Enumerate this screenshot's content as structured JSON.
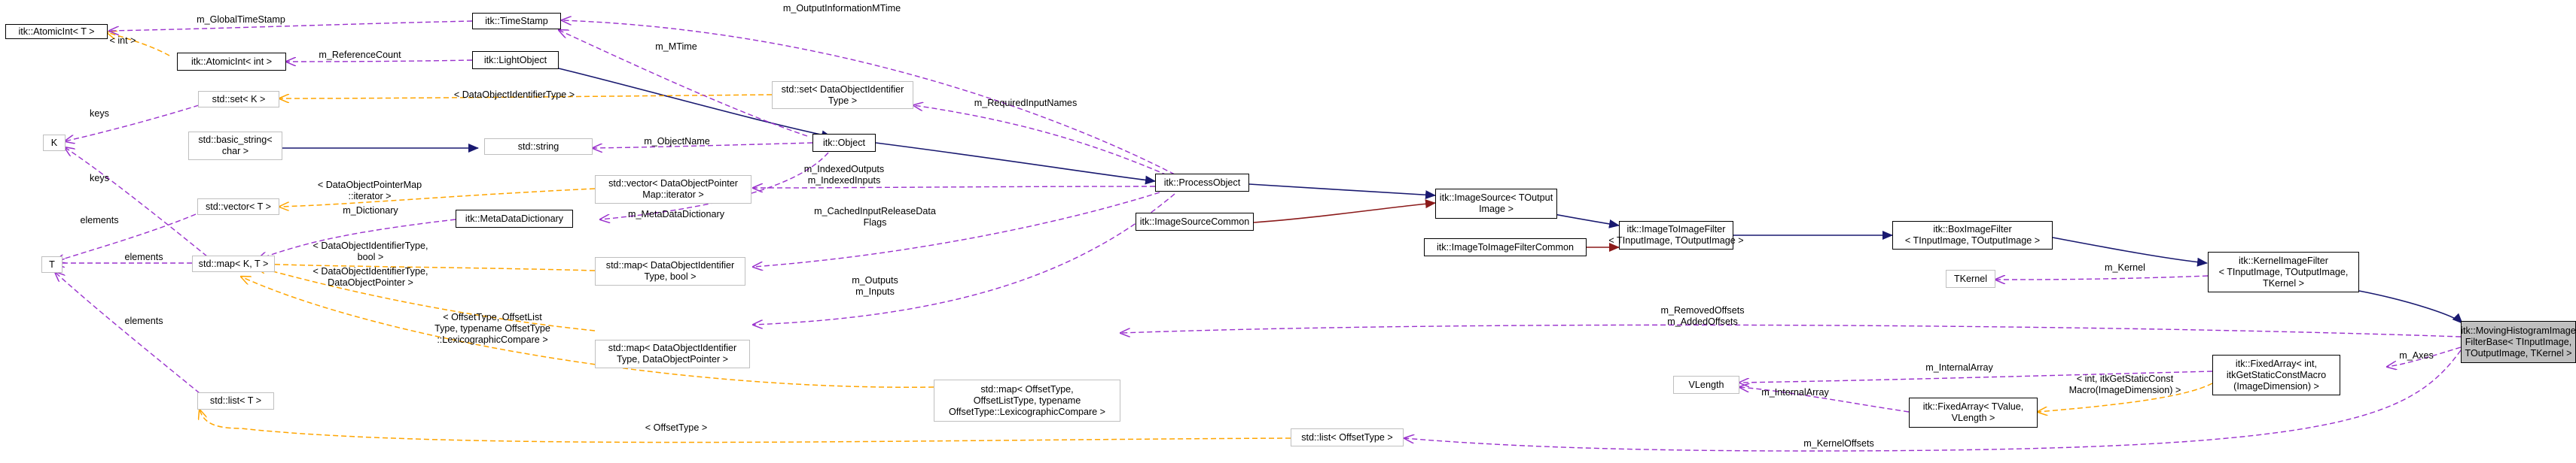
{
  "diagram": {
    "colors": {
      "inheritance": "#191970",
      "member": "#9a32cd",
      "template": "#ffa500",
      "private": "#8b1a1a"
    },
    "nodes": [
      {
        "id": "atomic_int_t",
        "lines": [
          "itk::AtomicInt< T >"
        ]
      },
      {
        "id": "atomic_int_int",
        "lines": [
          "itk::AtomicInt< int >"
        ]
      },
      {
        "id": "time_stamp",
        "lines": [
          "itk::TimeStamp"
        ]
      },
      {
        "id": "light_object",
        "lines": [
          "itk::LightObject"
        ]
      },
      {
        "id": "set_k",
        "lines": [
          "std::set< K >"
        ]
      },
      {
        "id": "set_dataobject",
        "lines": [
          "std::set< DataObjectIdentifier",
          "Type >"
        ]
      },
      {
        "id": "k",
        "lines": [
          "K"
        ]
      },
      {
        "id": "basic_string",
        "lines": [
          "std::basic_string<",
          "char >"
        ]
      },
      {
        "id": "string",
        "lines": [
          "std::string"
        ]
      },
      {
        "id": "object",
        "lines": [
          "itk::Object"
        ]
      },
      {
        "id": "process_object",
        "lines": [
          "itk::ProcessObject"
        ]
      },
      {
        "id": "vector_t",
        "lines": [
          "std::vector< T >"
        ]
      },
      {
        "id": "vector_dataobject",
        "lines": [
          "std::vector< DataObjectPointer",
          "Map::iterator >"
        ]
      },
      {
        "id": "image_source_common",
        "lines": [
          "itk::ImageSourceCommon"
        ]
      },
      {
        "id": "image_source",
        "lines": [
          "itk::ImageSource< TOutput",
          "Image >"
        ]
      },
      {
        "id": "t",
        "lines": [
          "T"
        ]
      },
      {
        "id": "map_kt",
        "lines": [
          "std::map< K, T >"
        ]
      },
      {
        "id": "metadata_dictionary",
        "lines": [
          "itk::MetaDataDictionary"
        ]
      },
      {
        "id": "map_bool",
        "lines": [
          "std::map< DataObjectIdentifier",
          "Type, bool >"
        ]
      },
      {
        "id": "image_to_image_filter_common",
        "lines": [
          "itk::ImageToImageFilterCommon"
        ]
      },
      {
        "id": "image_to_image_filter",
        "lines": [
          "itk::ImageToImageFilter",
          "< TInputImage, TOutputImage >"
        ]
      },
      {
        "id": "box_image_filter",
        "lines": [
          "itk::BoxImageFilter",
          "< TInputImage, TOutputImage >"
        ]
      },
      {
        "id": "map_pointer",
        "lines": [
          "std::map< DataObjectIdentifier",
          "Type, DataObjectPointer >"
        ]
      },
      {
        "id": "tkernel",
        "lines": [
          "TKernel"
        ]
      },
      {
        "id": "kernel_image_filter",
        "lines": [
          "itk::KernelImageFilter",
          "< TInputImage, TOutputImage,",
          "TKernel >"
        ]
      },
      {
        "id": "list_t",
        "lines": [
          "std::list< T >"
        ]
      },
      {
        "id": "map_offset",
        "lines": [
          "std::map< OffsetType,",
          "OffsetListType, typename",
          "OffsetType::LexicographicCompare >"
        ]
      },
      {
        "id": "moving_histogram",
        "lines": [
          "itk::MovingHistogramImage",
          "FilterBase< TInputImage,",
          "TOutputImage, TKernel >"
        ]
      },
      {
        "id": "vlength",
        "lines": [
          "VLength"
        ]
      },
      {
        "id": "fixed_array_int",
        "lines": [
          "itk::FixedArray< int,",
          "itkGetStaticConstMacro",
          "(ImageDimension) >"
        ]
      },
      {
        "id": "fixed_array_tvalue",
        "lines": [
          "itk::FixedArray< TValue,",
          "VLength >"
        ]
      },
      {
        "id": "list_offset",
        "lines": [
          "std::list< OffsetType >"
        ]
      }
    ],
    "labels": [
      {
        "id": "m_globaltimestamp",
        "lines": [
          "m_GlobalTimeStamp"
        ]
      },
      {
        "id": "int_tmpl",
        "lines": [
          "< int >"
        ]
      },
      {
        "id": "m_outputinformationmtime",
        "lines": [
          "m_OutputInformationMTime"
        ]
      },
      {
        "id": "m_referencecount",
        "lines": [
          "m_ReferenceCount"
        ]
      },
      {
        "id": "m_mtime",
        "lines": [
          "m_MTime"
        ]
      },
      {
        "id": "m_requiredinputnames",
        "lines": [
          "m_RequiredInputNames"
        ]
      },
      {
        "id": "dataobjectidentifiertype_tmpl",
        "lines": [
          "< DataObjectIdentifierType >"
        ]
      },
      {
        "id": "keys1",
        "lines": [
          "keys"
        ]
      },
      {
        "id": "m_objectname",
        "lines": [
          "m_ObjectName"
        ]
      },
      {
        "id": "keys2",
        "lines": [
          "keys"
        ]
      },
      {
        "id": "dataobjectpointermap_tmpl",
        "lines": [
          "< DataObjectPointerMap",
          "::iterator >"
        ]
      },
      {
        "id": "m_indexedoutputs",
        "lines": [
          "m_IndexedOutputs",
          "m_IndexedInputs"
        ]
      },
      {
        "id": "m_dictionary",
        "lines": [
          "m_Dictionary"
        ]
      },
      {
        "id": "m_metadatadictionary",
        "lines": [
          "m_MetaDataDictionary"
        ]
      },
      {
        "id": "m_cachedinput",
        "lines": [
          "m_CachedInputReleaseData",
          "Flags"
        ]
      },
      {
        "id": "elements1",
        "lines": [
          "elements"
        ]
      },
      {
        "id": "elements2",
        "lines": [
          "elements"
        ]
      },
      {
        "id": "dataobjectidentifiertype_bool_tmpl",
        "lines": [
          "< DataObjectIdentifierType,",
          "bool >"
        ]
      },
      {
        "id": "dataobjectidentifiertype_pointer_tmpl",
        "lines": [
          "< DataObjectIdentifierType,",
          "DataObjectPointer >"
        ]
      },
      {
        "id": "m_outputs",
        "lines": [
          "m_Outputs",
          "m_Inputs"
        ]
      },
      {
        "id": "m_kernel",
        "lines": [
          "m_Kernel"
        ]
      },
      {
        "id": "offsettype_tmpl",
        "lines": [
          "< OffsetType, OffsetList",
          "Type, typename OffsetType",
          "::LexicographicCompare >"
        ]
      },
      {
        "id": "elements3",
        "lines": [
          "elements"
        ]
      },
      {
        "id": "m_removedoffsets",
        "lines": [
          "m_RemovedOffsets",
          "m_AddedOffsets"
        ]
      },
      {
        "id": "m_internalarray1",
        "lines": [
          "m_InternalArray"
        ]
      },
      {
        "id": "m_axes",
        "lines": [
          "m_Axes"
        ]
      },
      {
        "id": "int_static_tmpl",
        "lines": [
          "< int, itkGetStaticConst",
          "Macro(ImageDimension) >"
        ]
      },
      {
        "id": "m_internalarray2",
        "lines": [
          "m_InternalArray"
        ]
      },
      {
        "id": "offsettype_tmpl2",
        "lines": [
          "< OffsetType >"
        ]
      },
      {
        "id": "m_kerneloffsets",
        "lines": [
          "m_KernelOffsets"
        ]
      }
    ]
  }
}
